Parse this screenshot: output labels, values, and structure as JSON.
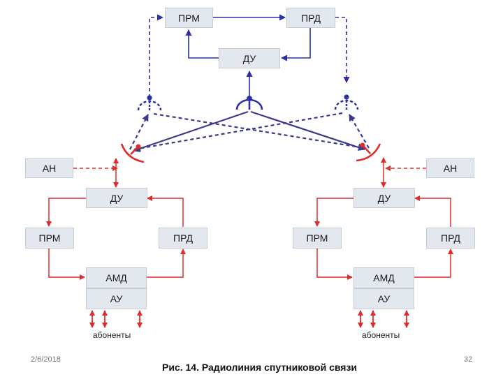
{
  "colors": {
    "blue": "#2b2fa6",
    "navy": "#3a3a8c",
    "red": "#e02b2b",
    "box_fill": "#e3e7ee"
  },
  "top": {
    "prm": "ПРМ",
    "prd": "ПРД",
    "du": "ДУ"
  },
  "left": {
    "an": "АН",
    "du": "ДУ",
    "prm": "ПРМ",
    "prd": "ПРД",
    "amd": "АМД",
    "au": "АУ",
    "subscribers": "абоненты"
  },
  "right": {
    "an": "АН",
    "du": "ДУ",
    "prm": "ПРМ",
    "prd": "ПРД",
    "amd": "АМД",
    "au": "АУ",
    "subscribers": "абоненты"
  },
  "footer": {
    "date": "2/6/2018",
    "page": "32",
    "caption": "Рис. 14. Радиолиния спутниковой связи"
  },
  "icons": [
    "satellite-antenna-icon",
    "ground-dish-antenna-icon",
    "arrow-icon"
  ]
}
